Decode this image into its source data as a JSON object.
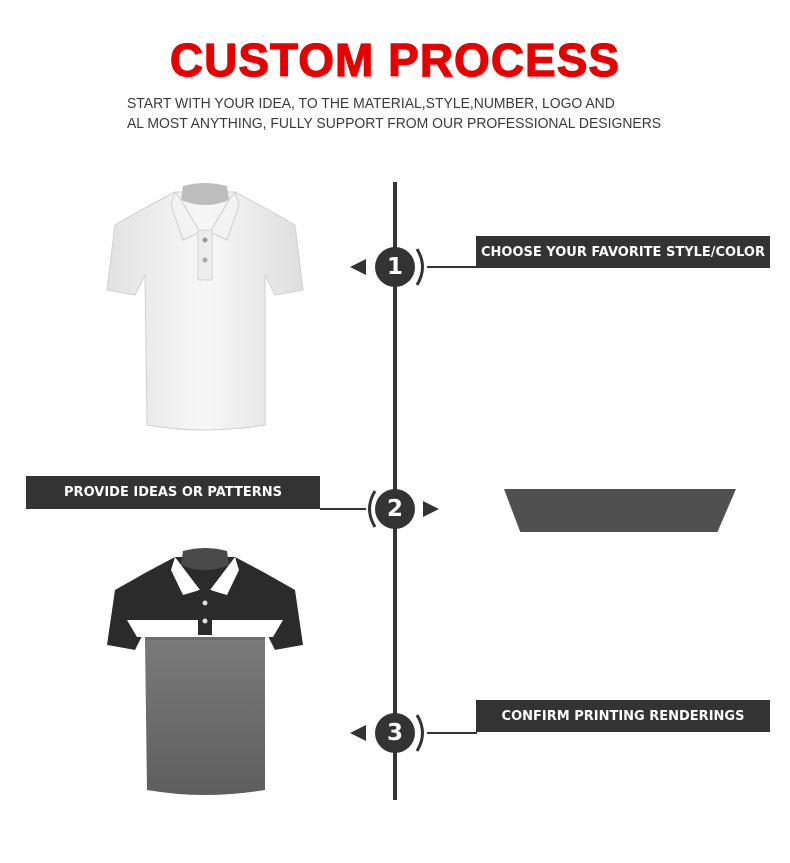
{
  "header": {
    "title": "CUSTOM PROCESS",
    "subtitle_lines": [
      "START WITH YOUR IDEA, TO THE MATERIAL,STYLE,NUMBER, LOGO AND",
      "AL MOST ANYTHING, FULLY SUPPORT FROM OUR PROFESSIONAL DESIGNERS"
    ]
  },
  "colors": {
    "title_red": "#e60000",
    "dark": "#333333",
    "trapezoid": "#505050"
  },
  "steps": [
    {
      "number": "1",
      "label": "CHOOSE YOUR FAVORITE STYLE/COLOR",
      "side": "right",
      "pointer": "triangle-left-icon"
    },
    {
      "number": "2",
      "label": "PROVIDE IDEAS OR PATTERNS",
      "side": "left",
      "pointer": "triangle-right-icon"
    },
    {
      "number": "3",
      "label": "CONFIRM PRINTING RENDERINGS",
      "side": "right",
      "pointer": "triangle-left-icon"
    }
  ],
  "images": [
    {
      "name": "white-polo-shirt",
      "description": "Blank white polo shirt"
    },
    {
      "name": "custom-polo-shirt",
      "description": "Black and gray polo shirt with white chest band"
    }
  ]
}
